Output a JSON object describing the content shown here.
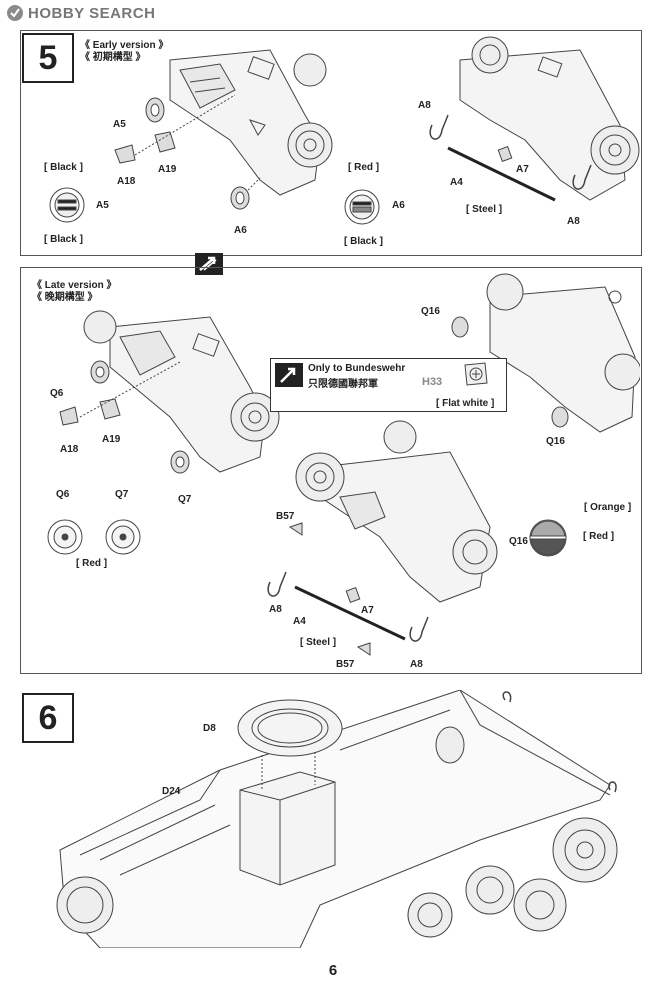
{
  "header": {
    "logo_text": "HOBBY SEARCH"
  },
  "step5": {
    "number": "5",
    "early": {
      "title_en": "《 Early version 》",
      "title_jp": "《 初期構型 》",
      "labels": {
        "a5_top": "A5",
        "a19": "A19",
        "a18": "A18",
        "a6": "A6",
        "black_top": "[ Black ]",
        "a5_detail": "A5",
        "black_bottom": "[ Black ]",
        "a8_top": "A8",
        "a7": "A7",
        "a4": "A4",
        "steel": "[ Steel ]",
        "a8_bottom": "A8",
        "red": "[ Red ]",
        "a6_detail": "A6",
        "black_detail2": "[ Black ]"
      }
    },
    "late": {
      "title_en": "《 Late version 》",
      "title_jp": "《 晚期構型 》",
      "labels": {
        "q6": "Q6",
        "a19": "A19",
        "a18": "A18",
        "q7": "Q7",
        "q6_detail": "Q6",
        "q7_detail": "Q7",
        "red_detail": "[ Red ]",
        "q16_top": "Q16",
        "q16_mid": "Q16",
        "q16_detail": "Q16",
        "orange": "[ Orange ]",
        "red_q16": "[ Red ]",
        "b57_top": "B57",
        "a8_left": "A8",
        "a4": "A4",
        "a7": "A7",
        "steel": "[ Steel ]",
        "b57_bottom": "B57",
        "a8_right": "A8"
      },
      "bundeswehr": {
        "line1": "Only to Bundeswehr",
        "line2": "只限德國聯邦軍",
        "part": "H33",
        "color": "[ Flat white ]"
      }
    }
  },
  "step6": {
    "number": "6",
    "labels": {
      "d8": "D8",
      "d24": "D24"
    }
  },
  "page": {
    "number": "6"
  }
}
